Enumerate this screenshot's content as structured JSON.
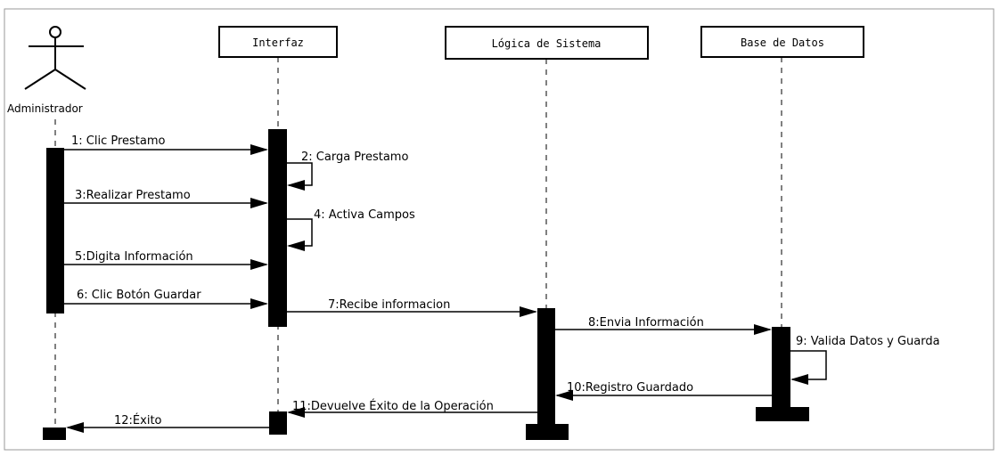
{
  "actor": {
    "label": "Administrador"
  },
  "participants": [
    {
      "id": "interfaz",
      "label": "Interfaz"
    },
    {
      "id": "logica",
      "label": "Lógica de Sistema"
    },
    {
      "id": "base",
      "label": "Base de Datos"
    }
  ],
  "messages": [
    {
      "id": "m1",
      "label": "1: Clic Prestamo",
      "from": "Administrador",
      "to": "Interfaz"
    },
    {
      "id": "m2",
      "label": "2: Carga Prestamo",
      "from": "Interfaz",
      "to": "Interfaz"
    },
    {
      "id": "m3",
      "label": "3:Realizar Prestamo",
      "from": "Administrador",
      "to": "Interfaz"
    },
    {
      "id": "m4",
      "label": "4: Activa Campos",
      "from": "Interfaz",
      "to": "Interfaz"
    },
    {
      "id": "m5",
      "label": "5:Digita Información",
      "from": "Administrador",
      "to": "Interfaz"
    },
    {
      "id": "m6",
      "label": "6: Clic Botón Guardar",
      "from": "Administrador",
      "to": "Interfaz"
    },
    {
      "id": "m7",
      "label": "7:Recibe informacion",
      "from": "Interfaz",
      "to": "Lógica de Sistema"
    },
    {
      "id": "m8",
      "label": "8:Envia Información",
      "from": "Lógica de Sistema",
      "to": "Base de Datos"
    },
    {
      "id": "m9",
      "label": "9:  Valida Datos y Guarda",
      "from": "Base de Datos",
      "to": "Base de Datos"
    },
    {
      "id": "m10",
      "label": "10:Registro Guardado",
      "from": "Base de Datos",
      "to": "Lógica de Sistema"
    },
    {
      "id": "m11",
      "label": "11:Devuelve Éxito de la Operación",
      "from": "Lógica de Sistema",
      "to": "Interfaz"
    },
    {
      "id": "m12",
      "label": "12:Éxito",
      "from": "Interfaz",
      "to": "Administrador"
    }
  ]
}
